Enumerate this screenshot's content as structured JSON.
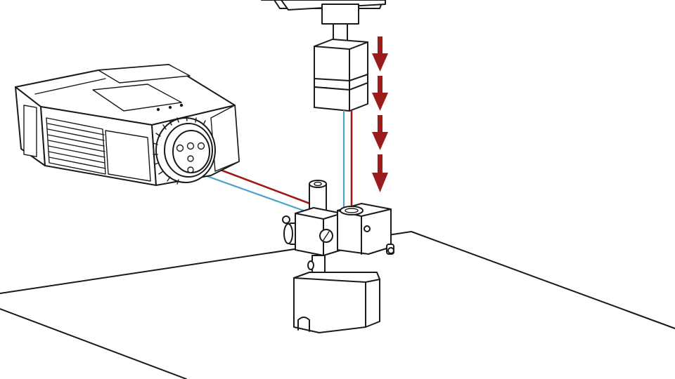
{
  "figure": {
    "colors": {
      "line": "#1a1a1a",
      "background": "#ffffff",
      "beam_outgoing": "#a01818",
      "beam_return": "#4aa3c8",
      "force_arrows": "#9b1c1c"
    },
    "elements": [
      "laser-sensor-head",
      "tripod-stand",
      "mounting-block",
      "stylus-holder",
      "machine-spindle",
      "table-surface",
      "force-arrows"
    ],
    "force_arrow_count": 4,
    "arrow_direction": "down"
  }
}
